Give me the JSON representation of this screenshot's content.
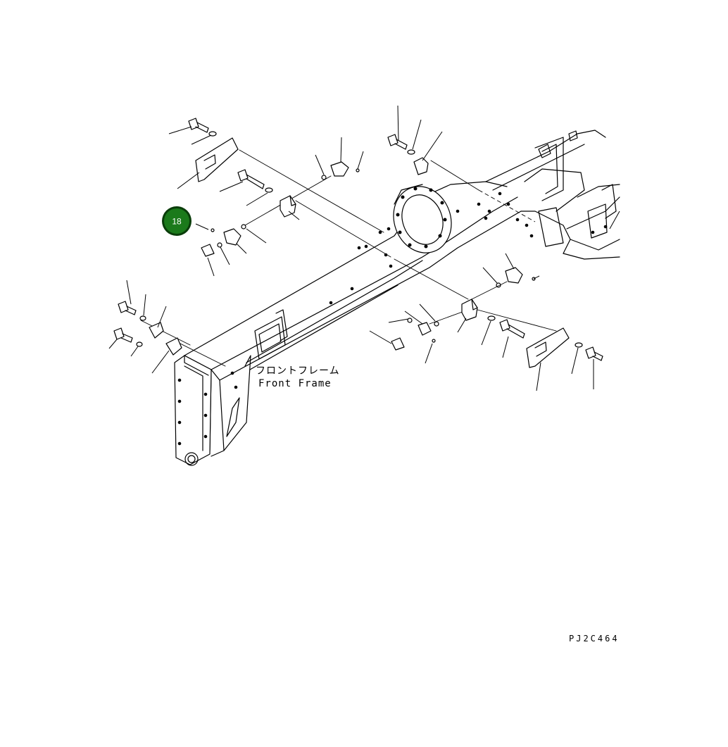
{
  "diagram": {
    "label_japanese": "フロントフレーム",
    "label_english": "Front Frame",
    "drawing_code": "PJ2C464",
    "callouts": [
      {
        "number": "18",
        "fill_color": "#1b7a1b",
        "ring_color": "#0a3d0a"
      }
    ]
  }
}
